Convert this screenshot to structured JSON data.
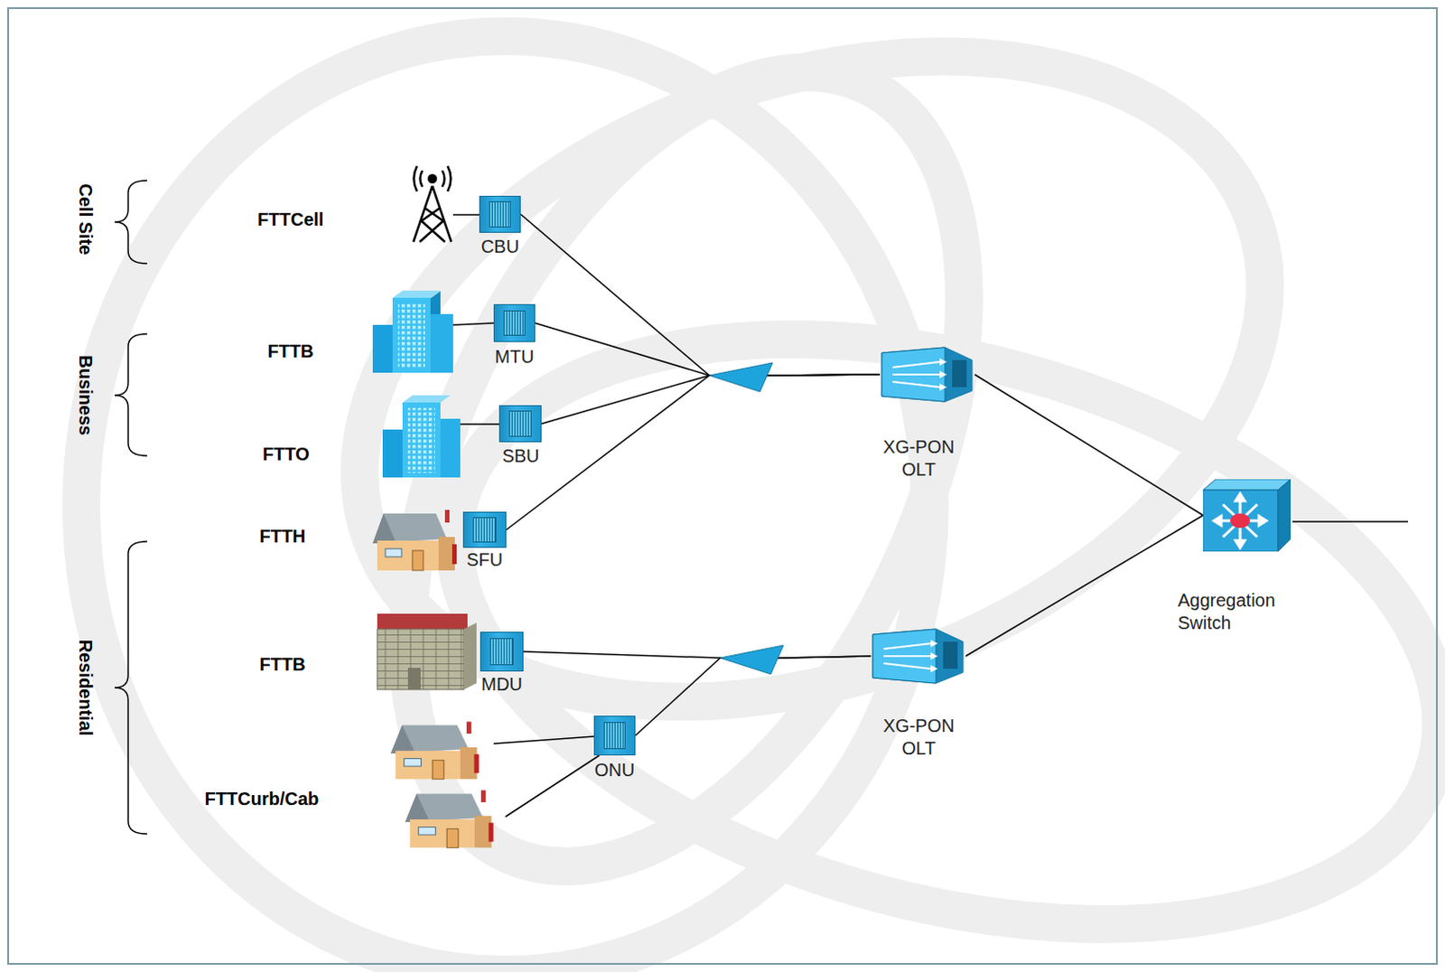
{
  "diagram": {
    "nodes": [
      {
        "text": [
          "CBU"
        ]
      },
      {
        "text": [
          "MTU"
        ]
      },
      {
        "text": [
          "SBU"
        ]
      },
      {
        "text": [
          "SFU"
        ]
      },
      {
        "text": [
          "MDU"
        ]
      },
      {
        "text": [
          "ONU"
        ]
      },
      {
        "text": [
          "XG-PON OLT"
        ]
      },
      {
        "text": [
          "XG-PON OLT"
        ]
      },
      {
        "text": [
          "Aggregation Switch"
        ]
      }
    ],
    "edges": [
      {
        "from": 0,
        "to": 6,
        "arrow": "none"
      },
      {
        "from": 1,
        "to": 6,
        "arrow": "none"
      },
      {
        "from": 2,
        "to": 6,
        "arrow": "none"
      },
      {
        "from": 3,
        "to": 6,
        "arrow": "none"
      },
      {
        "from": 4,
        "to": 7,
        "arrow": "none"
      },
      {
        "from": 5,
        "to": 7,
        "arrow": "none"
      },
      {
        "from": 6,
        "to": 8,
        "arrow": "none"
      },
      {
        "from": 7,
        "to": 8,
        "arrow": "none"
      }
    ],
    "labels": [
      "Cell Site",
      "Business",
      "Residential",
      "FTTCell",
      "FTTB",
      "FTTO",
      "FTTH",
      "FTTB",
      "FTTCurb/Cab"
    ]
  }
}
